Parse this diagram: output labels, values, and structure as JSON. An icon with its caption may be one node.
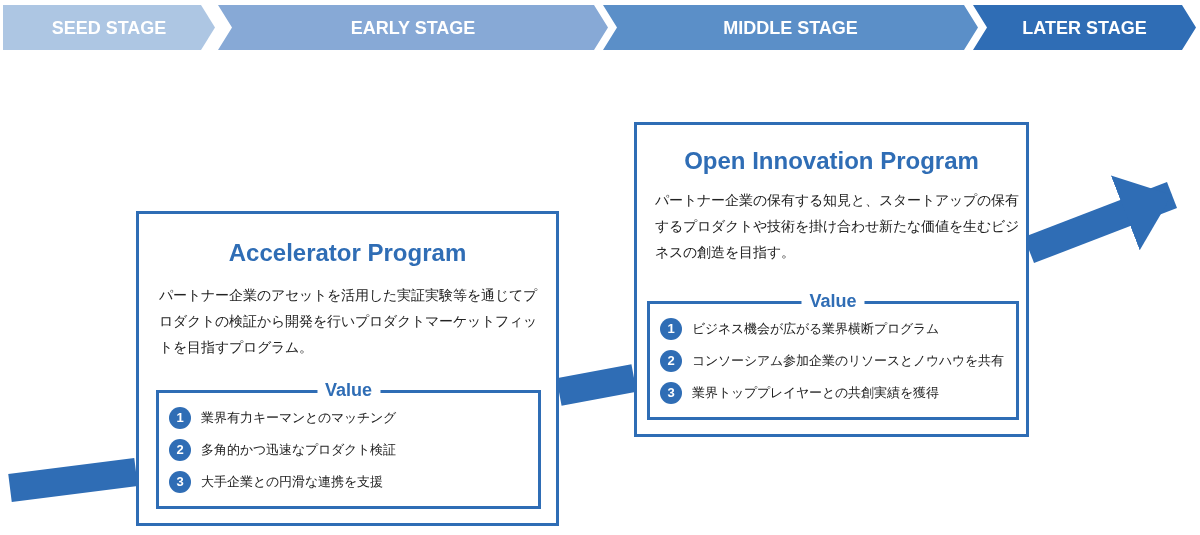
{
  "diagram": {
    "nodes": [
      {
        "text": [
          "SEED STAGE"
        ]
      },
      {
        "text": [
          "EARLY STAGE"
        ]
      },
      {
        "text": [
          "MIDDLE STAGE"
        ]
      },
      {
        "text": [
          "LATER STAGE"
        ]
      },
      {
        "text": [
          "Accelerator Program",
          "パートナー企業のアセットを活用した実証実験等を通じてプロダクトの検証から開発を行いプロダクトマーケットフィットを目指すプログラム。"
        ]
      },
      {
        "text": [
          "Value"
        ],
        "in": 4
      },
      {
        "text": [
          "1",
          "業界有力キーマンとのマッチング"
        ],
        "in": 5
      },
      {
        "text": [
          "2",
          "多角的かつ迅速なプロダクト検証"
        ],
        "in": 5
      },
      {
        "text": [
          "3",
          "大手企業との円滑な連携を支援"
        ],
        "in": 5
      },
      {
        "text": [
          "Open Innovation Program",
          "パートナー企業の保有する知見と、スタートアップの保有するプロダクトや技術を掛け合わせ新たな価値を生むビジネスの創造を目指す。"
        ]
      },
      {
        "text": [
          "Value"
        ],
        "in": 9
      },
      {
        "text": [
          "1",
          "ビジネス機会が広がる業界横断プログラム"
        ],
        "in": 10
      },
      {
        "text": [
          "2",
          "コンソーシアム参加企業のリソースとノウハウを共有"
        ],
        "in": 10
      },
      {
        "text": [
          "3",
          "業界トッププレイヤーとの共創実績を獲得"
        ],
        "in": 10
      }
    ],
    "edges": [
      {
        "from": null,
        "to": 4,
        "arrow": "none"
      },
      {
        "from": 4,
        "to": 9,
        "arrow": "none"
      },
      {
        "from": 9,
        "to": null,
        "arrow": "to"
      }
    ]
  }
}
